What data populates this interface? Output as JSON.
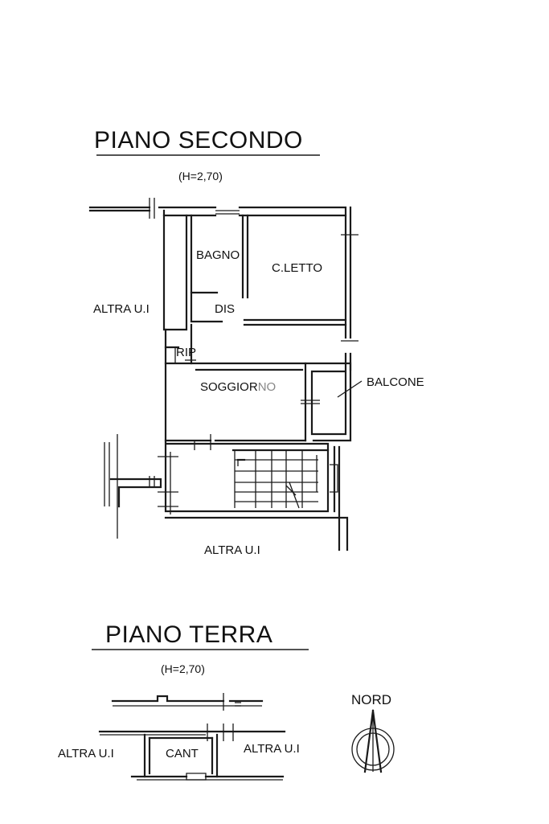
{
  "floor_second": {
    "title": "PIANO SECONDO",
    "height": "(H=2,70)",
    "rooms": {
      "bagno": "BAGNO",
      "c_letto": "C.LETTO",
      "dis": "DIS",
      "rip": "RIP",
      "soggiorno_a": "SOGGIOR",
      "soggiorno_b": "NO",
      "balcone": "BALCONE"
    },
    "neighbors": {
      "west": "ALTRA U.I",
      "south": "ALTRA U.I"
    }
  },
  "floor_ground": {
    "title": "PIANO TERRA",
    "height": "(H=2,70)",
    "rooms": {
      "cant": "CANT"
    },
    "neighbors": {
      "west": "ALTRA U.I",
      "east": "ALTRA U.I"
    }
  },
  "compass": {
    "label": "NORD"
  }
}
